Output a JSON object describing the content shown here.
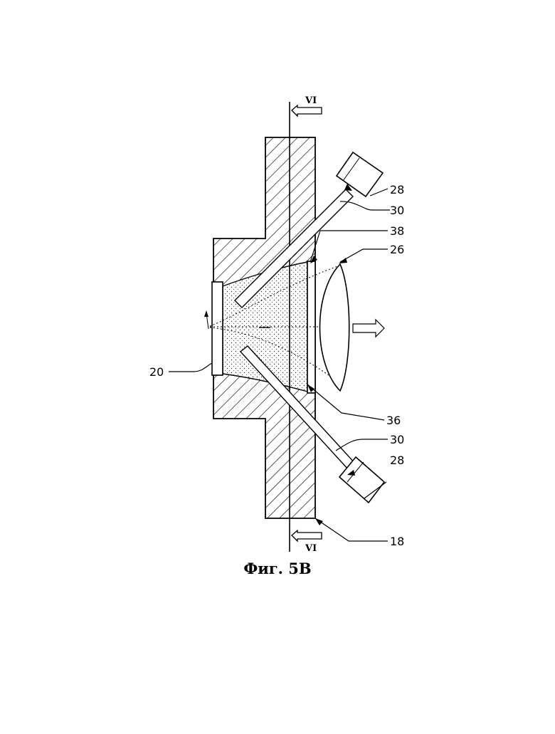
{
  "caption": "Фиг. 5В",
  "section_marks": {
    "top": "VI",
    "bottom": "VI"
  },
  "labels": {
    "l28_top": "28",
    "l30_top": "30",
    "l38": "38",
    "l26": "26",
    "l20": "20",
    "l36": "36",
    "l30_bottom": "30",
    "l28_bottom": "28",
    "l18": "18"
  }
}
